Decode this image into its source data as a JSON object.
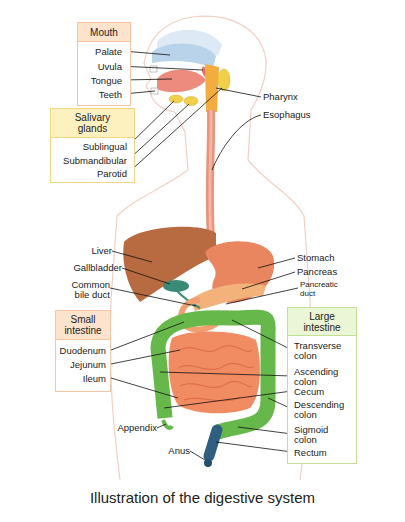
{
  "diagram": {
    "caption": "Illustration of the digestive system",
    "nodes": [
      {
        "text": [
          "Mouth",
          "Palate",
          "Uvula",
          "Tongue",
          "Teeth"
        ]
      },
      {
        "text": [
          "Salivary glands",
          "Sublingual",
          "Submandibular",
          "Parotid"
        ]
      },
      {
        "text": [
          "Small intestine",
          "Duodenum",
          "Jejunum",
          "Ileum"
        ]
      },
      {
        "text": [
          "Large intestine",
          "Transverse colon",
          "Ascending colon",
          "Cecum",
          "Descending colon",
          "Sigmoid colon",
          "Rectum"
        ]
      }
    ],
    "labels": [
      "Pharynx",
      "Esophagus",
      "Liver",
      "Gallbladder",
      "Common bile duct",
      "Stomach",
      "Pancreas",
      "Pancreatic duct",
      "Appendix",
      "Anus"
    ]
  }
}
